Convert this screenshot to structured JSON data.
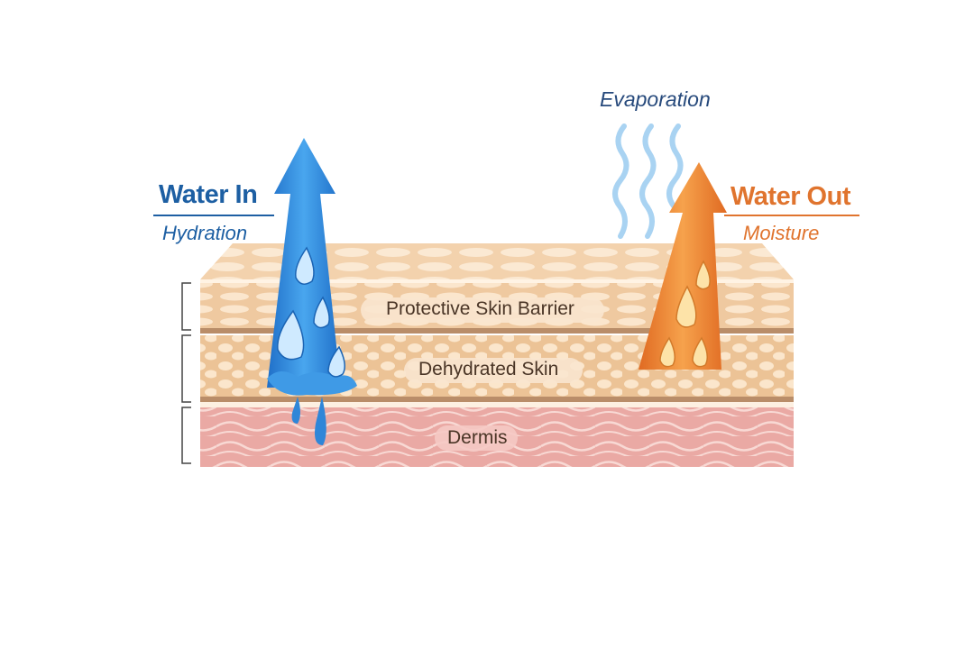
{
  "diagram": {
    "water_in": {
      "title": "Water In",
      "subtitle": "Hydration",
      "color": "#1d5fa3",
      "arrow_color": "#2f8fe0"
    },
    "water_out": {
      "title": "Water Out",
      "subtitle": "Moisture",
      "color": "#e0742e",
      "arrow_color": "#ef8a36"
    },
    "evaporation": {
      "label": "Evaporation",
      "color": "#274a7c"
    },
    "layers": [
      {
        "name": "Protective Skin Barrier",
        "color": "#f2d3b0"
      },
      {
        "name": "Dehydrated Skin",
        "color": "#efcfa8"
      },
      {
        "name": "Dermis",
        "color": "#eeb0ac"
      }
    ]
  }
}
